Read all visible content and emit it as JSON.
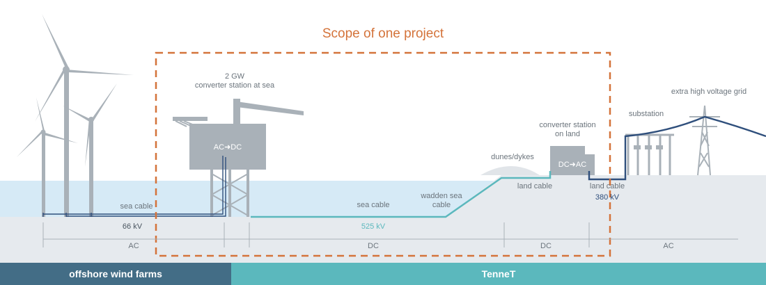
{
  "title": "Scope of one project",
  "labels": {
    "offshore_station": "2 GW\nconverter station at sea",
    "land_station": "converter station\non land",
    "substation": "substation",
    "grid": "extra high voltage grid",
    "dunes": "dunes/dykes",
    "sea_cable_1": "sea cable",
    "sea_cable_2": "sea cable",
    "wadden": "wadden sea\ncable",
    "land_cable_1": "land cable",
    "land_cable_2": "land cable"
  },
  "boxes": {
    "offshore_converter": "AC➜DC",
    "land_converter": "DC➜AC"
  },
  "voltages": {
    "v66": "66 kV",
    "v525": "525 kV",
    "v380": "380 kV"
  },
  "segments": {
    "ac_left": "AC",
    "dc_main": "DC",
    "dc_land": "DC",
    "ac_right": "AC"
  },
  "bands": {
    "left": "offshore wind farms",
    "right": "TenneT"
  },
  "colors": {
    "scope_dash": "#d4733a",
    "sea": "#d6eaf6",
    "seabed": "#e6eaee",
    "structure": "#a9b1b8",
    "dc_cable": "#5bb8bd",
    "ac_cable": "#2f4f7c",
    "band_left": "#436d86",
    "band_right": "#5bb8bd"
  }
}
